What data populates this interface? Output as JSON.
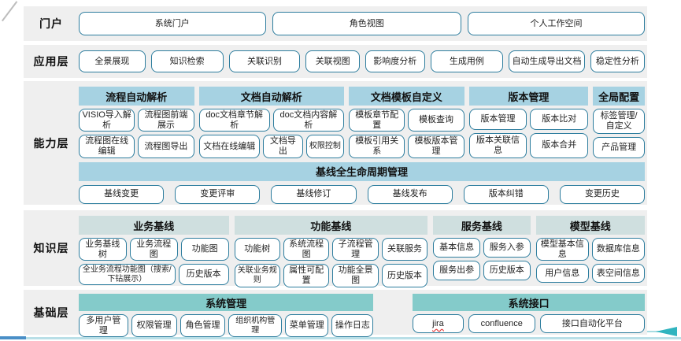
{
  "colors": {
    "band_bg": "#efefef",
    "button_border": "#2d7d9e",
    "capability_header": "#a6d2e2",
    "knowledge_header": "#cfdfdf",
    "foundation_header": "#84cbca",
    "bottom_line": "#b9dfe7",
    "arrow": "#30b4bf",
    "jira_squiggle": "#e03535"
  },
  "layers": {
    "portal": {
      "label": "门户",
      "buttons": [
        "系统门户",
        "角色视图",
        "个人工作空间"
      ]
    },
    "app": {
      "label": "应用层",
      "buttons": [
        "全景展现",
        "知识检索",
        "关联识别",
        "关联视图",
        "影响度分析",
        "生成用例",
        "自动生成导出文档",
        "稳定性分析"
      ]
    },
    "capability": {
      "label": "能力层",
      "groups": [
        {
          "title": "流程自动解析",
          "rows": [
            [
              "VISIO导入解析",
              "流程图前端展示"
            ],
            [
              "流程图在线编辑",
              "流程图导出"
            ]
          ]
        },
        {
          "title": "文档自动解析",
          "rows": [
            [
              "doc文档章节解析",
              "doc文档内容解析"
            ],
            [
              "文档在线编辑",
              "文档导出",
              "权限控制"
            ]
          ]
        },
        {
          "title": "文档模板自定义",
          "rows": [
            [
              "模板章节配置",
              "模板查询"
            ],
            [
              "模板引用关系",
              "模板版本管理"
            ]
          ]
        },
        {
          "title": "版本管理",
          "rows": [
            [
              "版本管理",
              "版本比对"
            ],
            [
              "版本关联信息",
              "版本合并"
            ]
          ]
        },
        {
          "title": "全局配置",
          "rows": [
            [
              "标签管理/自定义"
            ],
            [
              "产品管理"
            ]
          ]
        }
      ],
      "lifecycle": {
        "title": "基线全生命周期管理",
        "buttons": [
          "基线变更",
          "变更评审",
          "基线修订",
          "基线发布",
          "版本纠错",
          "变更历史"
        ]
      }
    },
    "knowledge": {
      "label": "知识层",
      "groups": [
        {
          "title": "业务基线",
          "rows": [
            [
              "业务基线树",
              "业务流程图",
              "功能图"
            ],
            [
              "全业务流程功能图（搜索/下钻展示）",
              "历史版本"
            ]
          ]
        },
        {
          "title": "功能基线",
          "rows": [
            [
              "功能树",
              "系统流程图",
              "子流程管理",
              "关联服务"
            ],
            [
              "关联业务规则",
              "属性可配置",
              "功能全景图",
              "历史版本"
            ]
          ]
        },
        {
          "title": "服务基线",
          "rows": [
            [
              "基本信息",
              "服务入参"
            ],
            [
              "服务出参",
              "历史版本"
            ]
          ]
        },
        {
          "title": "模型基线",
          "rows": [
            [
              "模型基本信息",
              "数据库信息"
            ],
            [
              "用户信息",
              "表空间信息"
            ]
          ]
        }
      ]
    },
    "foundation": {
      "label": "基础层",
      "groups": [
        {
          "title": "系统管理",
          "buttons": [
            "多用户管理",
            "权限管理",
            "角色管理",
            "组织机构管理",
            "菜单管理",
            "操作日志"
          ]
        },
        {
          "title": "系统接口",
          "buttons": [
            "jira",
            "confluence",
            "接口自动化平台"
          ]
        }
      ]
    }
  }
}
